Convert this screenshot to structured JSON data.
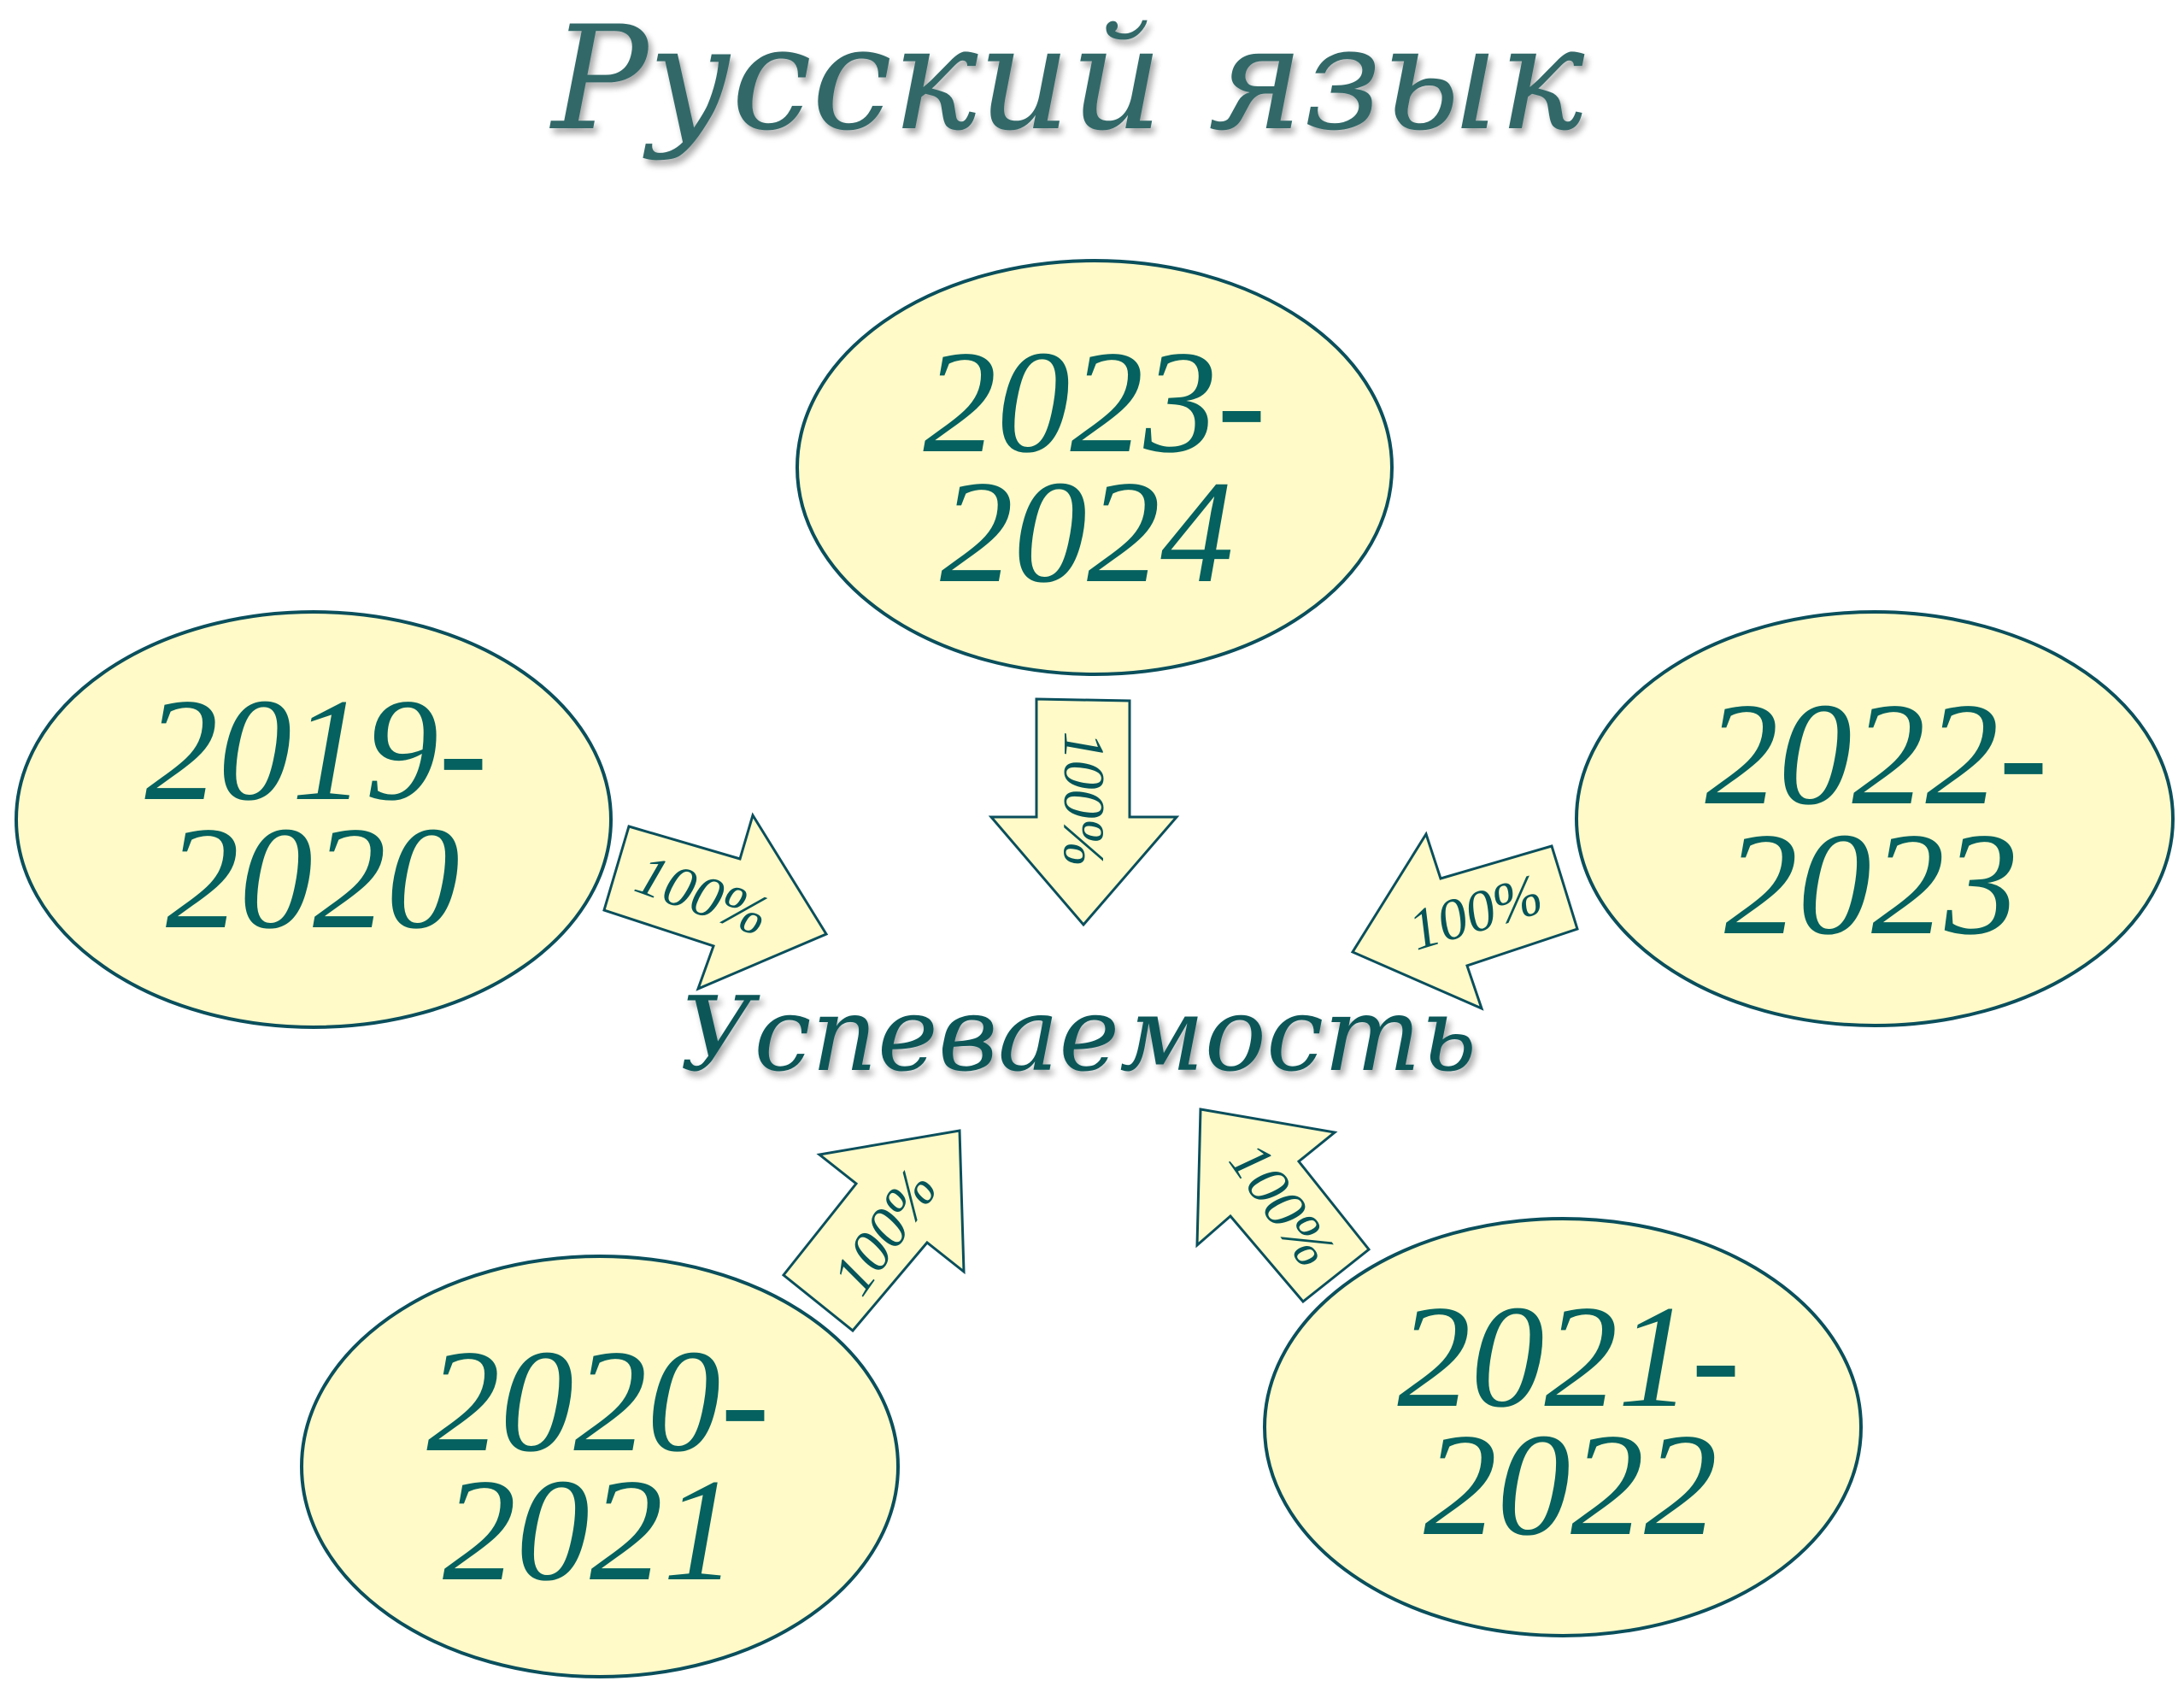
{
  "title": "Русский язык",
  "center_label": "Успеваемость",
  "colors": {
    "ellipse_fill": "#FFFAC8",
    "stroke": "#0A4F5C",
    "text": "#04615F",
    "title": "#336868"
  },
  "periods": [
    {
      "id": "2019-2020",
      "line1": "2019-",
      "line2": "2020",
      "value": "100%",
      "position": "left"
    },
    {
      "id": "2020-2021",
      "line1": "2020-",
      "line2": "2021",
      "value": "100%",
      "position": "bottom-left"
    },
    {
      "id": "2021-2022",
      "line1": "2021-",
      "line2": "2022",
      "value": "100%",
      "position": "bottom-right"
    },
    {
      "id": "2022-2023",
      "line1": "2022-",
      "line2": "2023",
      "value": "100%",
      "position": "right"
    },
    {
      "id": "2023-2024",
      "line1": "2023-",
      "line2": "2024",
      "value": "100%",
      "position": "top"
    }
  ]
}
